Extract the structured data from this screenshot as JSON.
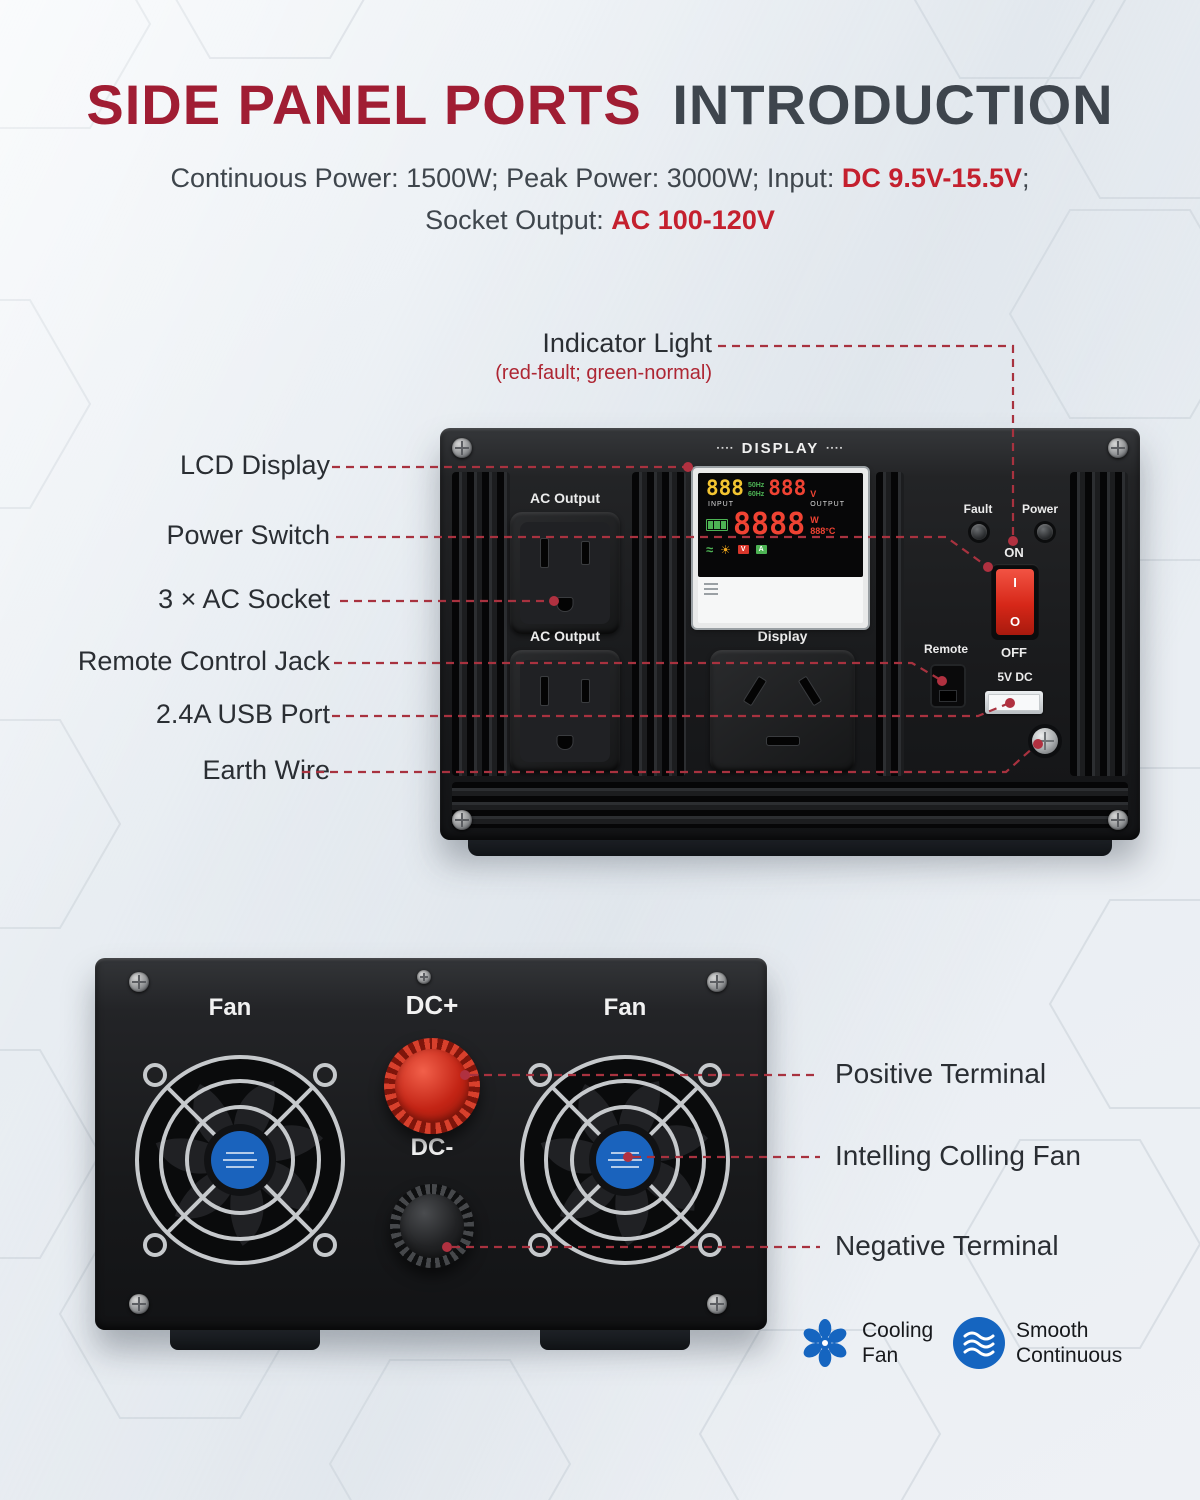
{
  "header": {
    "title_red": "SIDE PANEL PORTS",
    "title_dark": "INTRODUCTION",
    "sub1_normal": "Continuous Power: 1500W; Peak Power: 3000W; Input: ",
    "sub1_red": "DC 9.5V-15.5V",
    "sub1_tail": ";",
    "sub2_normal": "Socket Output: ",
    "sub2_red": "AC 100-120V"
  },
  "front": {
    "indicator_title": "Indicator Light",
    "indicator_sub": "(red-fault; green-normal)",
    "left_labels": [
      "LCD Display",
      "Power Switch",
      "3 × AC Socket",
      "Remote Control Jack",
      "2.4A USB Port",
      "Earth Wire"
    ],
    "panel": {
      "header_decor_left": "▪▪▪▪",
      "display_header": "DISPLAY",
      "header_decor_right": "▪▪▪▪",
      "ac_output_1": "AC Output",
      "ac_output_2": "AC Output",
      "display_socket_label": "Display",
      "fault_label": "Fault",
      "power_label": "Power",
      "on_label": "ON",
      "off_label": "OFF",
      "switch_i": "I",
      "switch_o": "O",
      "remote_label": "Remote",
      "usb_label": "5V DC"
    },
    "lcd": {
      "input_value": "888",
      "freq_50": "50Hz",
      "freq_60": "60Hz",
      "output_value": "888",
      "output_unit": "V",
      "input_caption": "INPUT",
      "output_caption": "OUTPUT",
      "main_value": "8888",
      "main_unit": "W",
      "temp_value": "888",
      "temp_unit": "°C",
      "wave_icon": "≈",
      "sun_icon": "☀",
      "tag_v": "V",
      "tag_a": "A"
    }
  },
  "back": {
    "fan_left_label": "Fan",
    "dc_plus_label": "DC+",
    "fan_right_label": "Fan",
    "dc_minus_label": "DC-",
    "right_labels": [
      "Positive Terminal",
      "Intelling Colling Fan",
      "Negative Terminal"
    ]
  },
  "features": [
    {
      "line1": "Cooling",
      "line2": "Fan"
    },
    {
      "line1": "Smooth",
      "line2": "Continuous"
    }
  ]
}
